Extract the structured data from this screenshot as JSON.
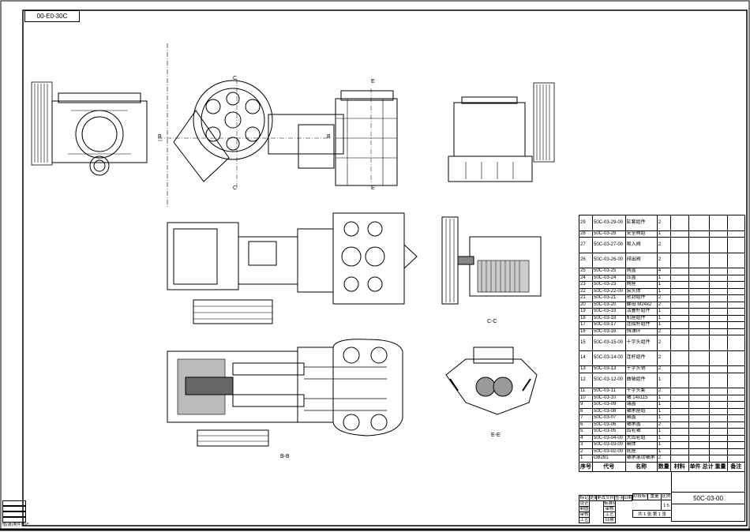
{
  "drawing": {
    "number_tag": "00-E0-30C",
    "section_labels": {
      "cc": "C-C",
      "ee": "E-E",
      "bb": "B-B",
      "c": "C",
      "b": "B",
      "e": "E"
    },
    "side_register": "借(通)用件登记"
  },
  "parts_list": {
    "columns": [
      "序号",
      "代号",
      "名称",
      "数量",
      "材料",
      "单件 总计 重量",
      "备注"
    ],
    "rows": [
      {
        "no": "29",
        "code": "50C-03-29-00",
        "name": "缸套组件",
        "qty": "2"
      },
      {
        "no": "28",
        "code": "50C-03-28",
        "name": "安全阀组",
        "qty": "1"
      },
      {
        "no": "27",
        "code": "50C-03-27-00",
        "name": "吸入阀",
        "qty": "2"
      },
      {
        "no": "26",
        "code": "50C-03-26-00",
        "name": "排出阀",
        "qty": "2"
      },
      {
        "no": "25",
        "code": "50C-03-25",
        "name": "阀盖",
        "qty": "4"
      },
      {
        "no": "24",
        "code": "50C-03-24",
        "name": "压盖",
        "qty": "1"
      },
      {
        "no": "23",
        "code": "50C-03-23",
        "name": "阀座",
        "qty": "1"
      },
      {
        "no": "22",
        "code": "50C-03-22-00",
        "name": "泵头体",
        "qty": "1"
      },
      {
        "no": "21",
        "code": "50C-03-21",
        "name": "密封组件",
        "qty": "2"
      },
      {
        "no": "20",
        "code": "50C-03-20",
        "name": "螺母 M24x2",
        "qty": "2"
      },
      {
        "no": "19",
        "code": "50C-03-19",
        "name": "活塞杆组件",
        "qty": "1"
      },
      {
        "no": "18",
        "code": "50C-03-18",
        "name": "机座组件",
        "qty": "1"
      },
      {
        "no": "17",
        "code": "50C-03-17",
        "name": "连接杆组件",
        "qty": "1"
      },
      {
        "no": "16",
        "code": "50C-03-16",
        "name": "挡油环",
        "qty": "2"
      },
      {
        "no": "15",
        "code": "50C-03-15-00",
        "name": "十字头组件",
        "qty": "2"
      },
      {
        "no": "14",
        "code": "50C-03-14-00",
        "name": "连杆组件",
        "qty": "2"
      },
      {
        "no": "13",
        "code": "50C-03-13",
        "name": "十字头销",
        "qty": "2"
      },
      {
        "no": "12",
        "code": "50C-03-12-00",
        "name": "曲轴组件",
        "qty": "1"
      },
      {
        "no": "11",
        "code": "50C-03-11",
        "name": "十字头套",
        "qty": "2"
      },
      {
        "no": "10",
        "code": "50C-03-10",
        "name": "轴 14x115",
        "qty": "1"
      },
      {
        "no": "9",
        "code": "50C-03-09",
        "name": "端盖",
        "qty": "1"
      },
      {
        "no": "8",
        "code": "50C-03-08",
        "name": "轴承座组",
        "qty": "1"
      },
      {
        "no": "7",
        "code": "50C-03-07",
        "name": "箱盖",
        "qty": "1"
      },
      {
        "no": "6",
        "code": "50C-03-06",
        "name": "轴承盖",
        "qty": "2"
      },
      {
        "no": "5",
        "code": "50C-03-05",
        "name": "齿轮轴",
        "qty": "1"
      },
      {
        "no": "4",
        "code": "50C-03-04-00",
        "name": "大齿轮组",
        "qty": "1"
      },
      {
        "no": "3",
        "code": "50C-03-03-00",
        "name": "箱体",
        "qty": "1"
      },
      {
        "no": "2",
        "code": "50C-03-02-00",
        "name": "底座",
        "qty": "1"
      },
      {
        "no": "1",
        "code": "GB281",
        "name": "轴承滚动轴承",
        "qty": "2"
      }
    ]
  },
  "title_block": {
    "mark": "标记",
    "count": "处数",
    "change_doc": "更改文件号",
    "sign": "签字",
    "date": "日期",
    "design": "设计",
    "standard": "标准化",
    "draw": "制图",
    "check": "审核",
    "review": "审核",
    "process": "工艺",
    "process2": "工艺",
    "date2": "日期",
    "stage": "阶段标记",
    "weight": "重量",
    "scale": "比例",
    "scale_value": "1:5",
    "sheets": "共 1 张 第 1 张",
    "drawing_no": "50C-03-00"
  }
}
